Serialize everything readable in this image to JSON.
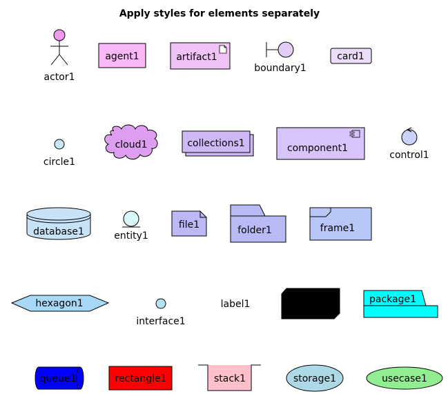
{
  "title": "Apply styles for elements separately",
  "elements": {
    "actor": {
      "label": "actor1",
      "fill": "#ee99ee"
    },
    "agent": {
      "label": "agent1",
      "fill": "#f8b8f8"
    },
    "artifact": {
      "label": "artifact1",
      "fill": "#f0c2f6"
    },
    "boundary": {
      "label": "boundary1",
      "fill": "#e2ccf6"
    },
    "card": {
      "label": "card1",
      "fill": "#eadcfa"
    },
    "circle": {
      "label": "circle1",
      "fill": "#c6e8f8"
    },
    "cloud": {
      "label": "cloud1",
      "fill": "#dd9ef0"
    },
    "collections": {
      "label": "collections1",
      "fill": "#cfb8f6"
    },
    "component": {
      "label": "component1",
      "fill": "#d6c4fa"
    },
    "control": {
      "label": "control1",
      "fill": "#c9d2f8"
    },
    "database": {
      "label": "database1",
      "fill": "#c8e2f8"
    },
    "entity": {
      "label": "entity1",
      "fill": "#d8f8f8"
    },
    "file": {
      "label": "file1",
      "fill": "#bcb8f6"
    },
    "folder": {
      "label": "folder1",
      "fill": "#b9b9f6"
    },
    "frame": {
      "label": "frame1",
      "fill": "#b8c6f8"
    },
    "hexagon": {
      "label": "hexagon1",
      "fill": "#a8d8f8"
    },
    "interface": {
      "label": "interface1",
      "fill": "#b6e2f8"
    },
    "label": {
      "label": "label1"
    },
    "card_black": {
      "fill": "#000000"
    },
    "package": {
      "label": "package1",
      "fill": "#00ffff"
    },
    "queue": {
      "label": "queue1",
      "fill": "#0000ff"
    },
    "rectangle": {
      "label": "rectangle1",
      "fill": "#ff0000"
    },
    "stack": {
      "label": "stack1",
      "fill": "#ffc0cb"
    },
    "storage": {
      "label": "storage1",
      "fill": "#add8e6"
    },
    "usecase": {
      "label": "usecase1",
      "fill": "#90ee90"
    }
  }
}
